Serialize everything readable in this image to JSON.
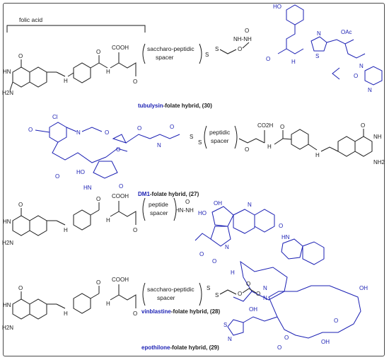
{
  "labels": {
    "folic_acid": "folic acid",
    "saccharo_peptidic": "saccharo-peptidic",
    "spacer": "spacer",
    "peptidic": "peptidic",
    "peptide": "peptide"
  },
  "atoms": {
    "cooh": "COOH",
    "co2h": "CO2H",
    "o": "O",
    "oh": "OH",
    "ho": "HO",
    "n": "N",
    "h2n": "H2N",
    "nh2": "NH2",
    "hn": "HN",
    "nh": "NH",
    "h": "H",
    "s": "S",
    "cl": "Cl",
    "oac": "OAc",
    "nhnh": "NH-NH",
    "hnnh": "HN-NH"
  },
  "captions": [
    {
      "name": "tubulysin",
      "rest": "-folate hybrid, (30)"
    },
    {
      "name": "DM1",
      "rest": "-folate hybrid, (27)"
    },
    {
      "name": "vinblastine",
      "rest": "-folate hybrid, (28)"
    },
    {
      "name": "epothilone",
      "rest": "-folate hybrid, (29)"
    }
  ],
  "colors": {
    "drug_blue": "#1a1fb3",
    "bond_black": "#1a1a1a",
    "frame": "#4a4a4a"
  }
}
